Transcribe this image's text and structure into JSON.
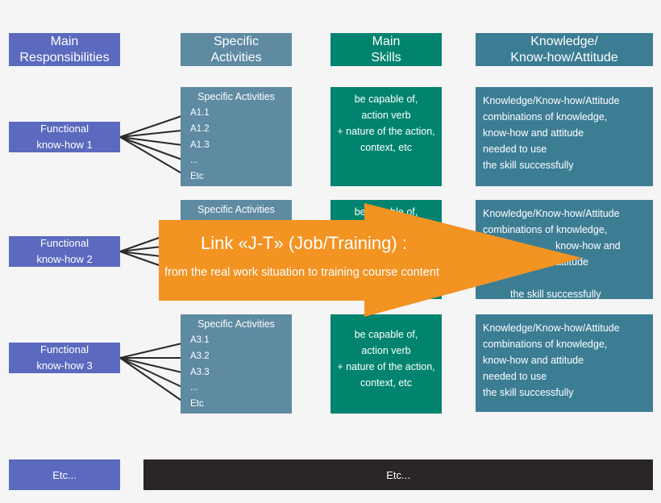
{
  "headers": {
    "responsibilities": "Main\nResponsibilities",
    "activities": "Specific\nActivities",
    "skills": "Main\nSkills",
    "knowledge": "Knowledge/\nKnow-how/Attitude"
  },
  "rows": [
    {
      "function": "Functional\nknow-how 1",
      "activities_title": "Specific Activities",
      "activities": [
        "A1.1",
        "A1.2",
        "A1.3",
        "...",
        "Etc"
      ],
      "skills": [
        "be capable of,",
        "action verb",
        "+ nature of the action,",
        "context, etc"
      ],
      "knowledge": [
        "Knowledge/Know-how/Attitude",
        "combinations of knowledge,",
        "know-how and attitude",
        "needed to use",
        "the skill successfully"
      ]
    },
    {
      "function": "Functional\nknow-how 2",
      "activities_title": "Specific Activities",
      "activities": [],
      "skills": [
        "be capable of,"
      ],
      "knowledge": [
        "Knowledge/Know-how/Attitude",
        "combinations of knowledge,",
        "know-how and attitude",
        "",
        "the skill successfully"
      ]
    },
    {
      "function": "Functional\nknow-how 3",
      "activities_title": "Specific Activities",
      "activities": [
        "A3.1",
        "A3.2",
        "A3.3",
        "...",
        "Etc"
      ],
      "skills": [
        "be capable of,",
        "action verb",
        "+ nature of the action,",
        "context, etc"
      ],
      "knowledge": [
        "Knowledge/Know-how/Attitude",
        "combinations of knowledge,",
        "know-how and attitude",
        "needed to use",
        "the skill successfully"
      ]
    }
  ],
  "footer": {
    "left": "Etc...",
    "right": "Etc..."
  },
  "banner": {
    "title": "Link «J-T» (Job/Training) :",
    "subtitle": "from the real work situation to training course content"
  },
  "colors": {
    "responsibility": "#5b6abf",
    "activity": "#5e8aa2",
    "skill": "#00846f",
    "knowledge": "#3c7d94",
    "footer_dark": "#2a2626",
    "arrow": "#f39322"
  }
}
